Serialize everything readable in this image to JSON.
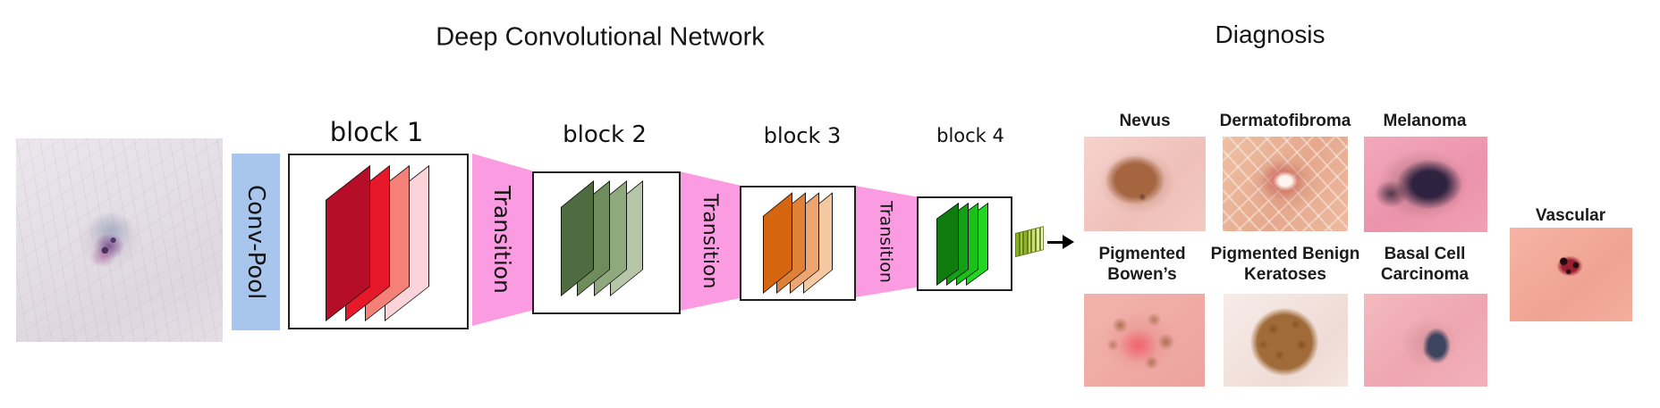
{
  "titles": {
    "network": "Deep Convolutional Network",
    "diagnosis": "Diagnosis"
  },
  "pipeline": {
    "conv_pool_label": "Conv-Pool",
    "transition_label": "Transition",
    "colors": {
      "conv_pool_bg": "#a8c6ed",
      "transition_bg": "#fb9ce2"
    },
    "blocks": [
      {
        "label": "block 1",
        "layer_colors": [
          "#b60d28",
          "#e8182b",
          "#f48078",
          "#fad4d8"
        ]
      },
      {
        "label": "block 2",
        "layer_colors": [
          "#4f6c40",
          "#6f8d5c",
          "#90a87e",
          "#b5c7a8"
        ]
      },
      {
        "label": "block 3",
        "layer_colors": [
          "#d5650e",
          "#e08138",
          "#eda672",
          "#f4c8a0"
        ]
      },
      {
        "label": "block 4",
        "layer_colors": [
          "#107c10",
          "#14a014",
          "#19c119",
          "#22d622"
        ]
      }
    ],
    "feature_stack_colors": [
      "#86b21e",
      "#a2c63c",
      "#8ab420",
      "#b9d75f",
      "#c9e070",
      "#dcec94",
      "#eff7c2"
    ]
  },
  "diagnosis": {
    "categories": [
      {
        "line1": "Nevus",
        "line2": ""
      },
      {
        "line1": "Dermatofibroma",
        "line2": ""
      },
      {
        "line1": "Melanoma",
        "line2": ""
      },
      {
        "line1": "Pigmented",
        "line2": "Bowen’s"
      },
      {
        "line1": "Pigmented Benign",
        "line2": "Keratoses"
      },
      {
        "line1": "Basal Cell",
        "line2": "Carcinoma"
      },
      {
        "line1": "Vascular",
        "line2": ""
      }
    ]
  }
}
